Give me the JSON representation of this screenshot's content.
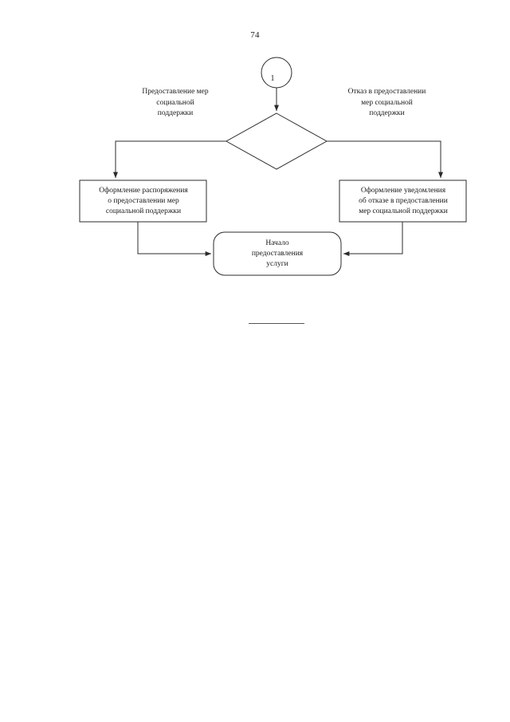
{
  "page": {
    "number": "74"
  },
  "diagram": {
    "type": "flowchart",
    "nodes": [
      {
        "id": "connector-1",
        "shape": "circle",
        "label": "1"
      },
      {
        "id": "decision",
        "shape": "diamond",
        "label": ""
      },
      {
        "id": "box-left",
        "shape": "rectangle",
        "lines": [
          "Оформление распоряжения",
          "о предоставлении мер",
          "социальной поддержки"
        ]
      },
      {
        "id": "box-right",
        "shape": "rectangle",
        "lines": [
          "Оформление уведомления",
          "об отказе в предоставлении",
          "мер социальной поддержки"
        ]
      },
      {
        "id": "terminal",
        "shape": "rounded-rectangle",
        "lines": [
          "Начало",
          "предоставления",
          "услуги"
        ]
      }
    ],
    "edge_labels": [
      {
        "id": "label-left",
        "lines": [
          "Предоставление мер",
          "социальной",
          "поддержки"
        ]
      },
      {
        "id": "label-right",
        "lines": [
          "Отказ в предоставлении",
          "мер социальной",
          "поддержки"
        ]
      }
    ],
    "colors": {
      "stroke": "#2b2b2b",
      "text": "#1a1a1a",
      "background": "#ffffff",
      "rule": "#555555"
    }
  }
}
